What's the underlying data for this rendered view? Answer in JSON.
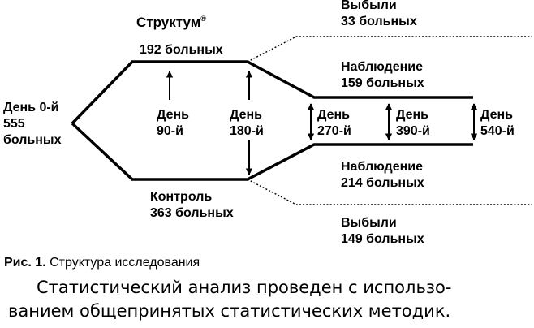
{
  "diagram": {
    "start": {
      "lines": [
        "День 0-й",
        "555",
        "больных"
      ]
    },
    "structum": {
      "title": "Структум",
      "mark": "®",
      "count": "192 больных"
    },
    "control": {
      "title": "Контроль",
      "count": "363 больных"
    },
    "dropout_top": {
      "title": "Выбыли",
      "count": "33 больных"
    },
    "dropout_bottom": {
      "title": "Выбыли",
      "count": "149 больных"
    },
    "observation_top": {
      "title": "Наблюдение",
      "count": "159 больных"
    },
    "observation_bottom": {
      "title": "Наблюдение",
      "count": "214 больных"
    },
    "days": {
      "d90": [
        "День",
        "90-й"
      ],
      "d180": [
        "День",
        "180-й"
      ],
      "d270": [
        "День",
        "270-й"
      ],
      "d390": [
        "День",
        "390-й"
      ],
      "d540": [
        "День",
        "540-й"
      ]
    }
  },
  "caption": {
    "label": "Рис. 1.",
    "text": "Структура исследования"
  },
  "body_text": {
    "line1": "Статистический анализ проведен с использо-",
    "line2": "ванием общепринятых статистических методик."
  }
}
